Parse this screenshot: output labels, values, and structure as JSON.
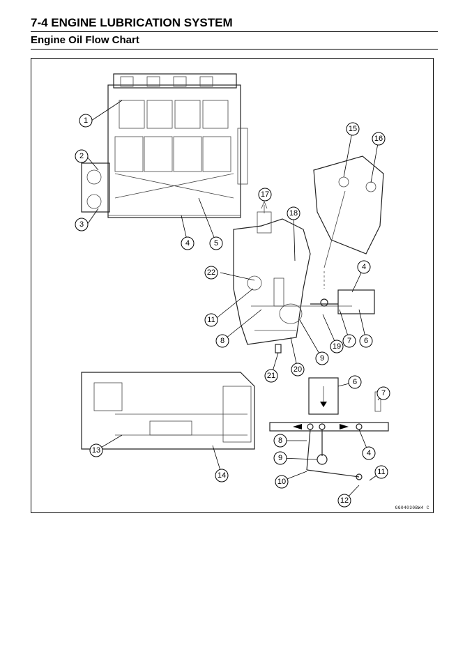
{
  "section": {
    "title": "7-4 ENGINE LUBRICATION SYSTEM",
    "subtitle": "Engine Oil Flow Chart"
  },
  "figure": {
    "code": "GG04030BW4 C",
    "callouts": [
      "1",
      "2",
      "3",
      "4",
      "5",
      "15",
      "16",
      "17",
      "18",
      "22",
      "11",
      "4",
      "8",
      "7",
      "6",
      "19",
      "9",
      "20",
      "21",
      "13",
      "14",
      "6",
      "7",
      "8",
      "4",
      "9",
      "10",
      "11",
      "12"
    ]
  }
}
